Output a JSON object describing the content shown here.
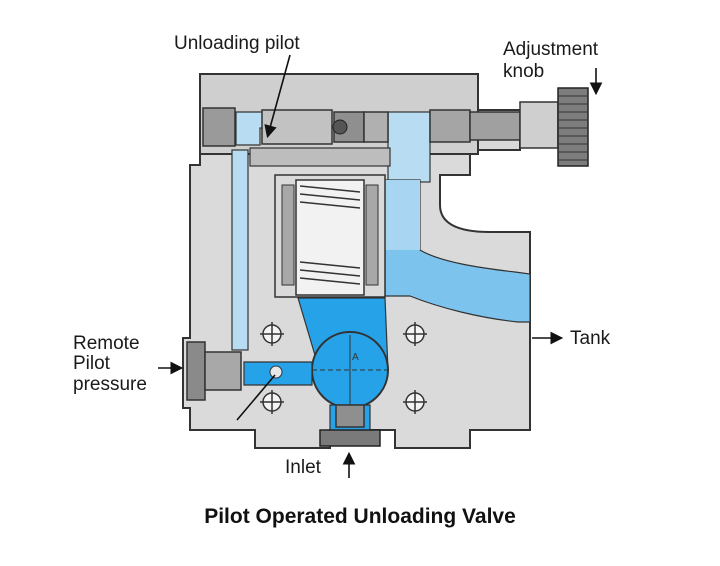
{
  "diagram": {
    "labels": {
      "unloading_pilot": "Unloading pilot",
      "adjustment_knob_line1": "Adjustment",
      "adjustment_knob_line2": "knob",
      "remote_line1": "Remote",
      "remote_line2": "Pilot",
      "remote_line3": "pressure",
      "tank": "Tank",
      "inlet": "Inlet"
    },
    "caption": "Pilot Operated Unloading Valve",
    "colors": {
      "fluid": "#26a3e8",
      "fluid_light": "#b8dcf2",
      "body": "#dadada",
      "body_dark": "#b9b9b9",
      "parts": "#8f8f8f",
      "outline": "#333333"
    }
  }
}
